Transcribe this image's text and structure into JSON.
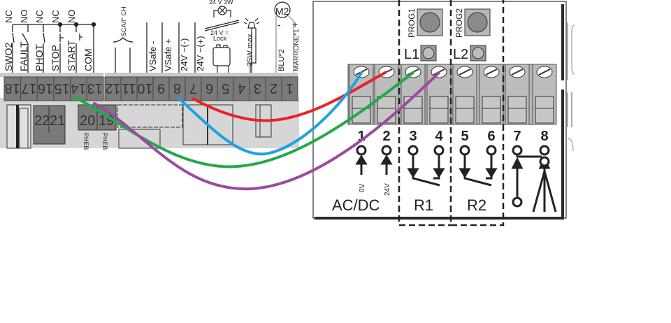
{
  "board": {
    "terminals": [
      "18",
      "17",
      "16",
      "15",
      "14",
      "13",
      "12",
      "11",
      "10",
      "9",
      "8",
      "7",
      "6",
      "5",
      "4",
      "3",
      "2",
      "1"
    ],
    "contact_states": [
      "NC",
      "NO",
      "NC",
      "NC",
      "NO"
    ],
    "input_labels": [
      "SWO2",
      "FAULT",
      "PHOT",
      "STOP",
      "START",
      "COM"
    ],
    "scan_label": "SCA/I° CH",
    "vsafe_minus": "VSafe -",
    "vsafe_plus": "VSafe +",
    "v24_minus": "24V ~(-)",
    "v24_plus": "24V ~(+)",
    "lamp_label": "24 V 3W",
    "lock_label_1": "24 V =",
    "lock_label_2": "Lock",
    "flash_label": "25W max.",
    "motor_label": "M2",
    "blu_label": "BLU*2",
    "marrone_label": "MARRONE*1",
    "minus_sign": "-",
    "plus_sign": "+",
    "aux_terminals": [
      "22",
      "21",
      "20",
      "19"
    ],
    "pheb_labels": [
      "PHEB",
      "PHEB"
    ]
  },
  "module": {
    "prog1": "PROG1",
    "prog2": "PROG2",
    "led1": "L1",
    "led2": "L2",
    "terminals": [
      "1",
      "2",
      "3",
      "4",
      "5",
      "6",
      "7",
      "8"
    ],
    "v0": "0V",
    "v24": "24V",
    "acdc": "AC/DC",
    "r1": "R1",
    "r2": "R2"
  },
  "wires": [
    {
      "name": "red-wire",
      "color": "#e8232a",
      "from": "board-7",
      "to": "module-2"
    },
    {
      "name": "blue-wire",
      "color": "#1ea3e0",
      "from": "board-8",
      "to": "module-1"
    },
    {
      "name": "green-wire",
      "color": "#23a84a",
      "from": "board-14",
      "to": "module-3"
    },
    {
      "name": "purple-wire",
      "color": "#9b4aa0",
      "from": "board-13",
      "to": "module-4"
    }
  ]
}
